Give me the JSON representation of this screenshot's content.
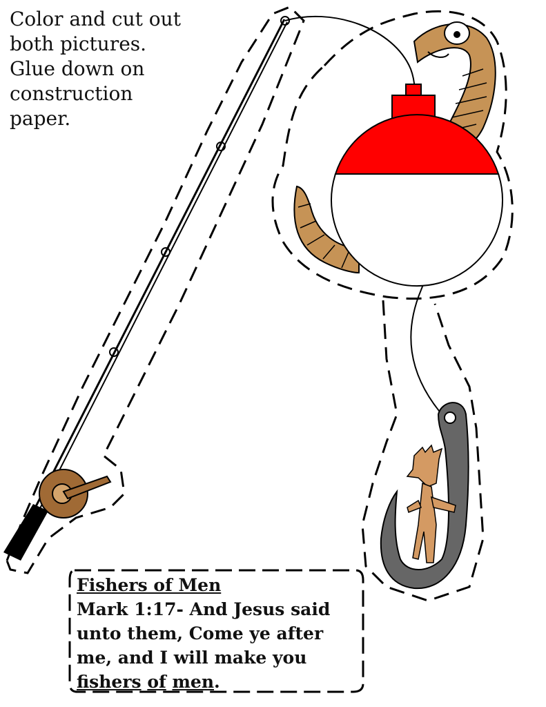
{
  "instructions": "Color and cut out\nboth pictures.\nGlue down on\nconstruction\npaper.",
  "verse": {
    "title": "Fishers of Men",
    "line1": "Mark 1:17- And Jesus said",
    "line2": "unto them, Come ye after",
    "line3": "me, and I will make you",
    "line4_w1": "fishers",
    "line4_w2": "of",
    "line4_w3": "men",
    "line4_end": "."
  },
  "colors": {
    "bobber_top": "#ff0000",
    "bobber_bottom": "#ffffff",
    "worm": "#c69356",
    "rod_handle": "#000000",
    "reel": "#a06a35",
    "hook": "#666666",
    "person": "#d49a63",
    "outline": "#000000"
  }
}
